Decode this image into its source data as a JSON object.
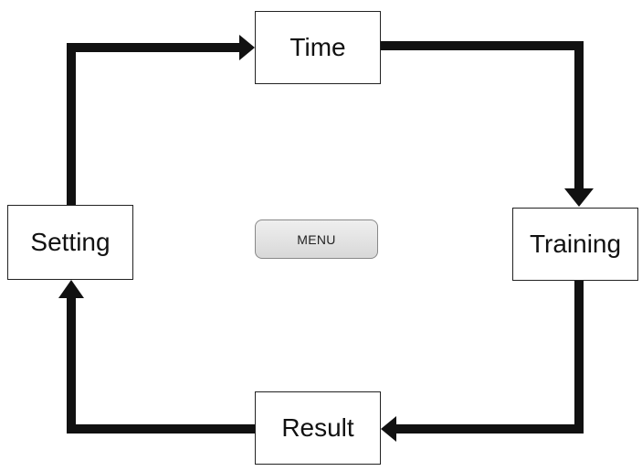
{
  "diagram": {
    "nodes": {
      "time": "Time",
      "training": "Training",
      "result": "Result",
      "setting": "Setting"
    },
    "menu_label": "MENU",
    "flow": [
      "Setting → Time",
      "Time → Training",
      "Training → Result",
      "Result → Setting"
    ],
    "colors": {
      "line": "#111111",
      "box_border": "#222222",
      "button_fill": "#e2e2e2",
      "button_border": "#888888",
      "text": "#111111"
    }
  }
}
